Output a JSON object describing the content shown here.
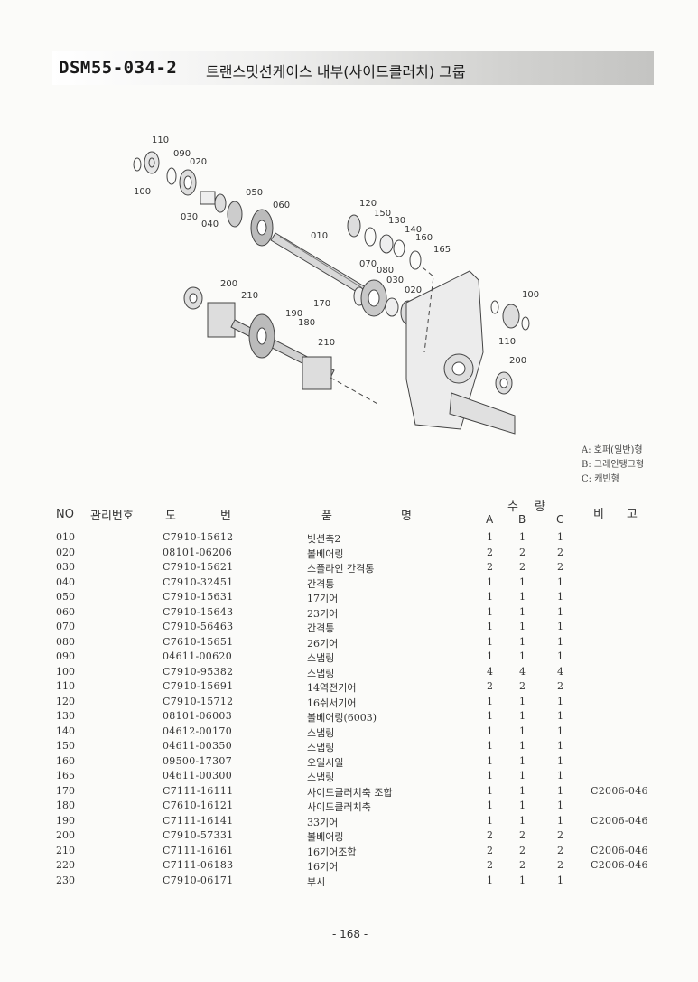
{
  "header": {
    "code": "DSM55-034-2",
    "title": "트랜스밋션케이스 내부(사이드클러치) 그룹"
  },
  "diagram": {
    "callouts": [
      "110",
      "090",
      "020",
      "100",
      "030",
      "040",
      "050",
      "060",
      "010",
      "120",
      "150",
      "130",
      "140",
      "160",
      "165",
      "070",
      "080",
      "030",
      "020",
      "200",
      "210",
      "170",
      "190",
      "180",
      "210",
      "100",
      "110",
      "200"
    ]
  },
  "legend": {
    "a": "A: 호퍼(일반)형",
    "b": "B: 그레인탱크형",
    "c": "C: 캐빈형"
  },
  "table": {
    "headers": {
      "no": "NO",
      "mgmt": "관리번호",
      "drawing_1": "도",
      "drawing_2": "번",
      "name_1": "품",
      "name_2": "명",
      "qty_1": "수",
      "qty_2": "량",
      "a": "A",
      "b": "B",
      "c": "C",
      "remark_1": "비",
      "remark_2": "고"
    },
    "rows": [
      {
        "no": "010",
        "part": "C7910-15612",
        "name": "빗션축2",
        "a": "1",
        "b": "1",
        "c": "1",
        "remark": ""
      },
      {
        "no": "020",
        "part": "08101-06206",
        "name": "볼베어링",
        "a": "2",
        "b": "2",
        "c": "2",
        "remark": ""
      },
      {
        "no": "030",
        "part": "C7910-15621",
        "name": "스플라인 간격통",
        "a": "2",
        "b": "2",
        "c": "2",
        "remark": ""
      },
      {
        "no": "040",
        "part": "C7910-32451",
        "name": "간격통",
        "a": "1",
        "b": "1",
        "c": "1",
        "remark": ""
      },
      {
        "no": "050",
        "part": "C7910-15631",
        "name": "17기어",
        "a": "1",
        "b": "1",
        "c": "1",
        "remark": ""
      },
      {
        "no": "060",
        "part": "C7910-15643",
        "name": "23기어",
        "a": "1",
        "b": "1",
        "c": "1",
        "remark": ""
      },
      {
        "no": "070",
        "part": "C7910-56463",
        "name": "간격통",
        "a": "1",
        "b": "1",
        "c": "1",
        "remark": ""
      },
      {
        "no": "080",
        "part": "C7610-15651",
        "name": "26기어",
        "a": "1",
        "b": "1",
        "c": "1",
        "remark": ""
      },
      {
        "no": "090",
        "part": "04611-00620",
        "name": "스냅링",
        "a": "1",
        "b": "1",
        "c": "1",
        "remark": ""
      },
      {
        "no": "100",
        "part": "C7910-95382",
        "name": "스냅링",
        "a": "4",
        "b": "4",
        "c": "4",
        "remark": ""
      },
      {
        "no": "110",
        "part": "C7910-15691",
        "name": "14역전기어",
        "a": "2",
        "b": "2",
        "c": "2",
        "remark": ""
      },
      {
        "no": "120",
        "part": "C7910-15712",
        "name": "16쉬서기어",
        "a": "1",
        "b": "1",
        "c": "1",
        "remark": ""
      },
      {
        "no": "130",
        "part": "08101-06003",
        "name": "볼베어링(6003)",
        "a": "1",
        "b": "1",
        "c": "1",
        "remark": ""
      },
      {
        "no": "140",
        "part": "04612-00170",
        "name": "스냅링",
        "a": "1",
        "b": "1",
        "c": "1",
        "remark": ""
      },
      {
        "no": "150",
        "part": "04611-00350",
        "name": "스냅링",
        "a": "1",
        "b": "1",
        "c": "1",
        "remark": ""
      },
      {
        "no": "160",
        "part": "09500-17307",
        "name": "오일시일",
        "a": "1",
        "b": "1",
        "c": "1",
        "remark": ""
      },
      {
        "no": "165",
        "part": "04611-00300",
        "name": "스냅링",
        "a": "1",
        "b": "1",
        "c": "1",
        "remark": ""
      },
      {
        "no": "170",
        "part": "C7111-16111",
        "name": "사이드클러치축 조합",
        "a": "1",
        "b": "1",
        "c": "1",
        "remark": "C2006-046"
      },
      {
        "no": "180",
        "part": "C7610-16121",
        "name": "사이드클러치축",
        "a": "1",
        "b": "1",
        "c": "1",
        "remark": ""
      },
      {
        "no": "190",
        "part": "C7111-16141",
        "name": "33기어",
        "a": "1",
        "b": "1",
        "c": "1",
        "remark": "C2006-046"
      },
      {
        "no": "200",
        "part": "C7910-57331",
        "name": "볼베어링",
        "a": "2",
        "b": "2",
        "c": "2",
        "remark": ""
      },
      {
        "no": "210",
        "part": "C7111-16161",
        "name": "16기어조합",
        "a": "2",
        "b": "2",
        "c": "2",
        "remark": "C2006-046"
      },
      {
        "no": "220",
        "part": "C7111-06183",
        "name": "16기어",
        "a": "2",
        "b": "2",
        "c": "2",
        "remark": "C2006-046"
      },
      {
        "no": "230",
        "part": "C7910-06171",
        "name": "부시",
        "a": "1",
        "b": "1",
        "c": "1",
        "remark": ""
      }
    ]
  },
  "footer": {
    "page": "- 168 -"
  }
}
